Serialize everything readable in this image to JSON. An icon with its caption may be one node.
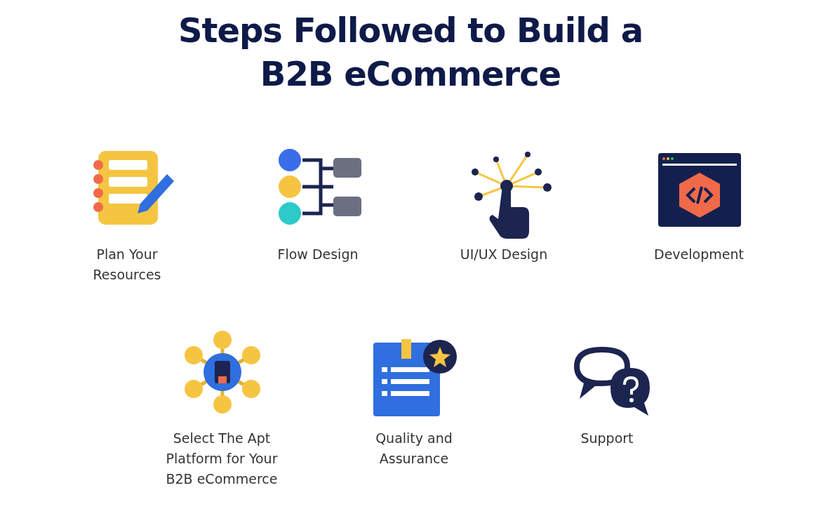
{
  "diagram": {
    "title": "Steps Followed to Build a B2B eCommerce",
    "labels": [
      "Plan Your Resources",
      "Flow Design",
      "UI/UX Design",
      "Development",
      "Select The Apt Platform for Your B2B eCommerce",
      "Quality and Assurance",
      "Support"
    ]
  }
}
